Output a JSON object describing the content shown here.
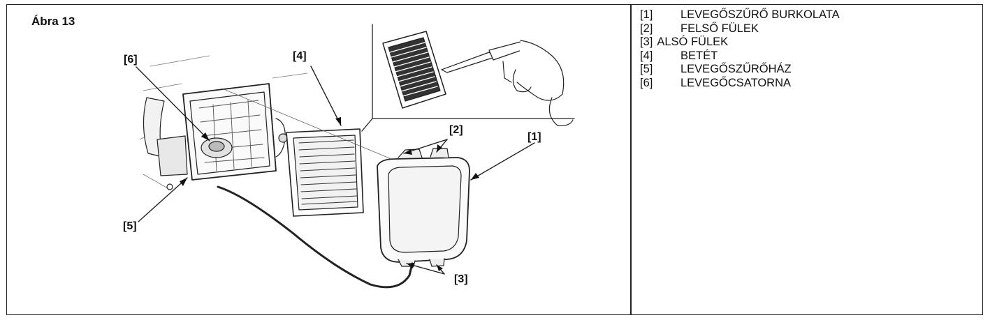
{
  "figure": {
    "title": "Ábra 13",
    "callouts": [
      "[1]",
      "[2]",
      "[3]",
      "[4]",
      "[5]",
      "[6]"
    ]
  },
  "legend": [
    {
      "num": "[1]",
      "text": "LEVEGŐSZŰRŐ BURKOLATA"
    },
    {
      "num": "[2]",
      "text": "FELSŐ FÜLEK"
    },
    {
      "num": "[3]",
      "text": "ALSÓ FÜLEK"
    },
    {
      "num": "[4]",
      "text": "BETÉT"
    },
    {
      "num": "[5]",
      "text": "LEVEGŐSZŰRŐHÁZ"
    },
    {
      "num": "[6]",
      "text": "LEVEGŐCSATORNA"
    }
  ]
}
